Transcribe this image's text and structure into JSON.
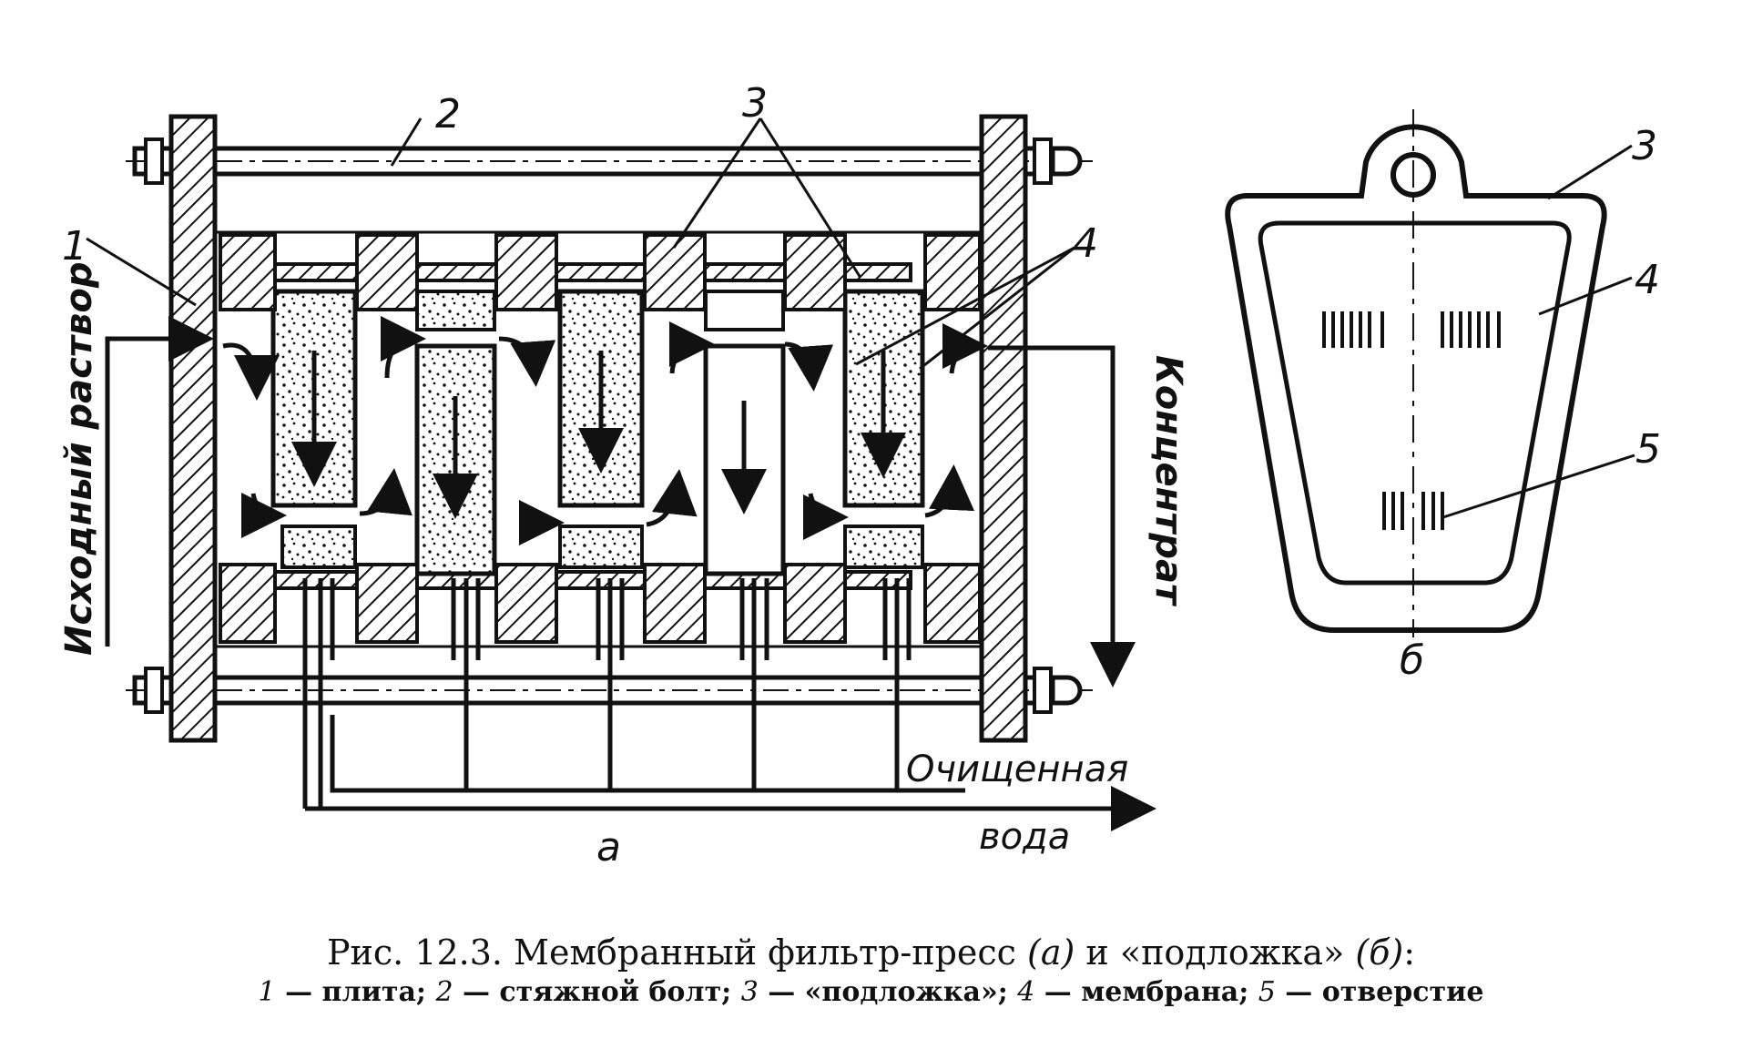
{
  "figure": {
    "part_a": {
      "callouts": {
        "plate": "1",
        "tie_bolt": "2",
        "substrate": "3",
        "membrane": "4"
      },
      "inlet_label": "Исходный раствор",
      "concentrate_label": "Концентрат",
      "clean_water_label_line1": "Очищенная",
      "clean_water_label_line2": "вода",
      "part_letter": "а"
    },
    "part_b": {
      "callouts": {
        "substrate": "3",
        "membrane": "4",
        "hole": "5"
      },
      "part_letter": "б"
    }
  },
  "caption": {
    "title_prefix": "Рис. 12.3. Мембранный фильтр-пресс ",
    "title_a": "(а)",
    "title_mid": " и «подложка» ",
    "title_b": "(б)",
    "title_end": ":",
    "legend": [
      {
        "num": "1",
        "text": " — плита; "
      },
      {
        "num": "2",
        "text": " — стяжной болт; "
      },
      {
        "num": "3",
        "text": " — «подложка»; "
      },
      {
        "num": "4",
        "text": " — мембрана; "
      },
      {
        "num": "5",
        "text": " — отверстие"
      }
    ]
  },
  "colors": {
    "ink": "#111111",
    "paper": "#ffffff"
  }
}
